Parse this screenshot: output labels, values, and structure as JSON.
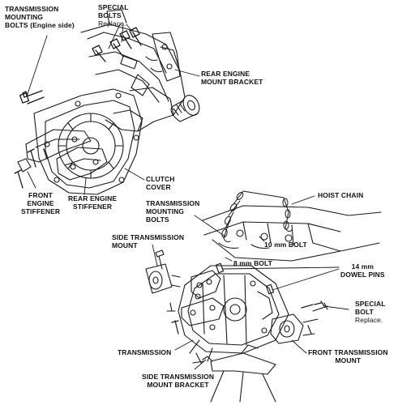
{
  "diagram": {
    "labels": {
      "transmission_mounting_bolts_engine_side": [
        "TRANSMISSION",
        "MOUNTING",
        "BOLTS (Engine side)"
      ],
      "special_bolts_top": {
        "lines": [
          "SPECIAL",
          "BOLTS"
        ],
        "note": "Replace."
      },
      "rear_engine_mount_bracket": [
        "REAR ENGINE",
        "MOUNT BRACKET"
      ],
      "clutch_cover": [
        "CLUTCH",
        "COVER"
      ],
      "front_engine_stiffener": [
        "FRONT",
        "ENGINE",
        "STIFFENER"
      ],
      "rear_engine_stiffener": [
        "REAR ENGINE",
        "STIFFENER"
      ],
      "hoist_chain": "HOIST CHAIN",
      "transmission_mounting_bolts": [
        "TRANSMISSION",
        "MOUNTING",
        "BOLTS"
      ],
      "bolt_10mm": "10 mm BOLT",
      "bolt_8mm": "8 mm BOLT",
      "side_transmission_mount": [
        "SIDE TRANSMISSION",
        "MOUNT"
      ],
      "dowel_pins_14mm": [
        "14 mm",
        "DOWEL PINS"
      ],
      "special_bolt_right": {
        "lines": [
          "SPECIAL",
          "BOLT"
        ],
        "note": "Replace."
      },
      "transmission": "TRANSMISSION",
      "front_transmission_mount": [
        "FRONT TRANSMISSION",
        "MOUNT"
      ],
      "side_transmission_mount_bracket": [
        "SIDE TRANSMISSION",
        "MOUNT BRACKET"
      ]
    }
  }
}
